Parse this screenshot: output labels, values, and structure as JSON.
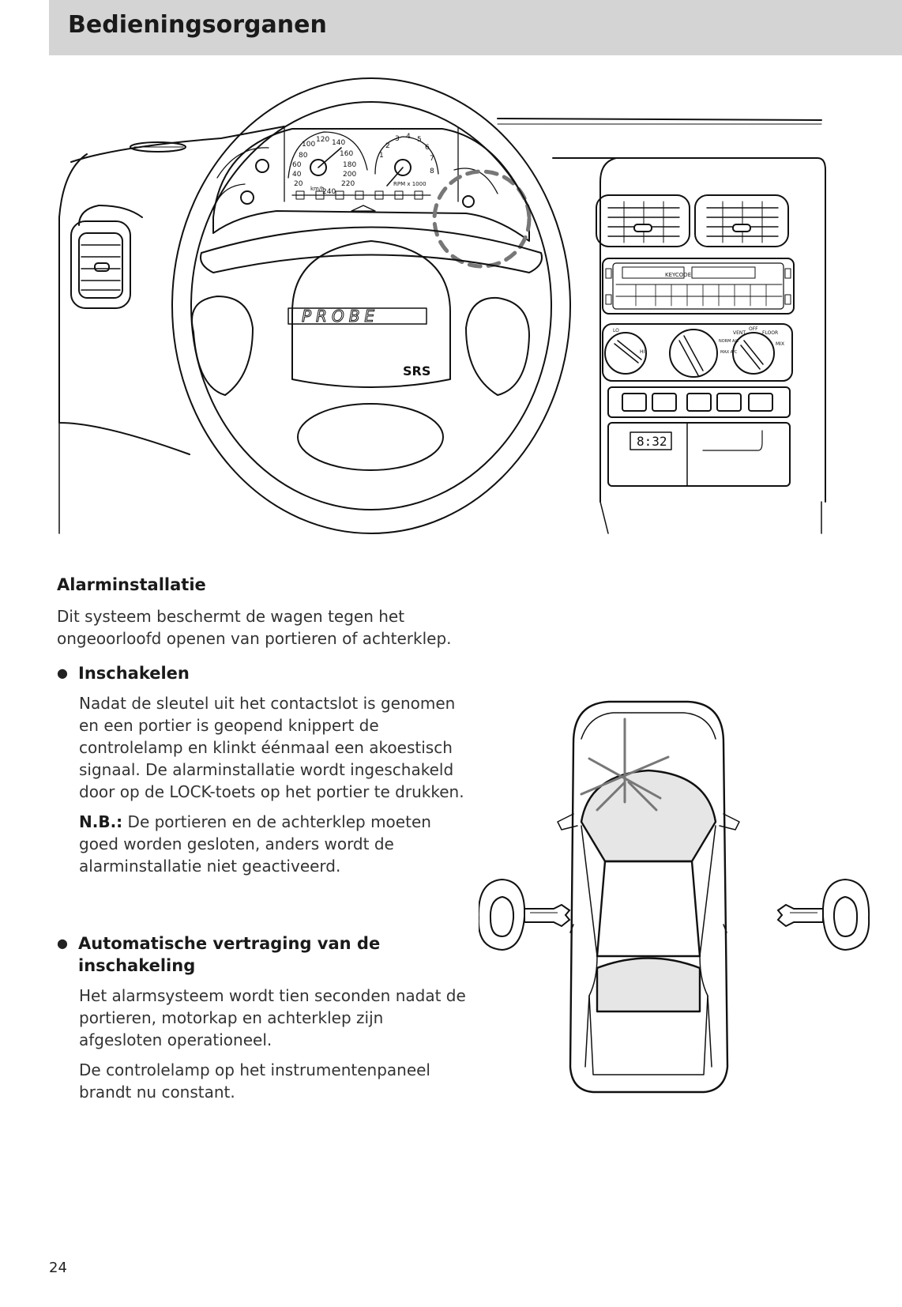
{
  "header": {
    "title": "Bedieningsorganen"
  },
  "dashboard_figure": {
    "icon": "car-dashboard-illustration",
    "speedo_ticks": [
      "100",
      "120",
      "140",
      "80",
      "160",
      "60",
      "180",
      "40",
      "200",
      "20",
      "220",
      "240"
    ],
    "speed_unit": "km/h",
    "tacho_ticks": [
      "1",
      "2",
      "3",
      "4",
      "5",
      "6",
      "7",
      "8"
    ],
    "tacho_unit": "RPM x 1000",
    "badge_text": "PROBE",
    "srs_text": "SRS",
    "radio_brand": "KEYCODE",
    "climate_labels": [
      "LO",
      "HI",
      "VENT",
      "OFF",
      "FLOOR",
      "NORM A/C",
      "MAX A/C",
      "MIX"
    ],
    "clock_time": "8:32"
  },
  "section": {
    "title": "Alarminstallatie",
    "intro": "Dit systeem beschermt de wagen tegen het ongeoorloofd openen van portieren of achterklep."
  },
  "inschakelen": {
    "title": "Inschakelen",
    "body": "Nadat de sleutel uit het contactslot is genomen en een portier is geopend knippert de controlelamp en klinkt éénmaal een akoestisch signaal. De alarminstallatie wordt ingeschakeld door op de LOCK-toets op het portier te drukken.",
    "note_label": "N.B.:",
    "note_text": " De portieren en de achterklep moeten goed worden gesloten, anders wordt de alarminstallatie niet geactiveerd."
  },
  "vertraging": {
    "title": "Automatische vertraging van de inschakeling",
    "body1": "Het alarmsysteem wordt tien seconden nadat de portieren, motorkap en achterklep zijn afgesloten operationeel.",
    "body2": "De controlelamp op het instrumentenpaneel brandt nu constant."
  },
  "car_figure": {
    "icon": "car-top-view-with-keys-illustration"
  },
  "footer": {
    "page_number": "24"
  }
}
